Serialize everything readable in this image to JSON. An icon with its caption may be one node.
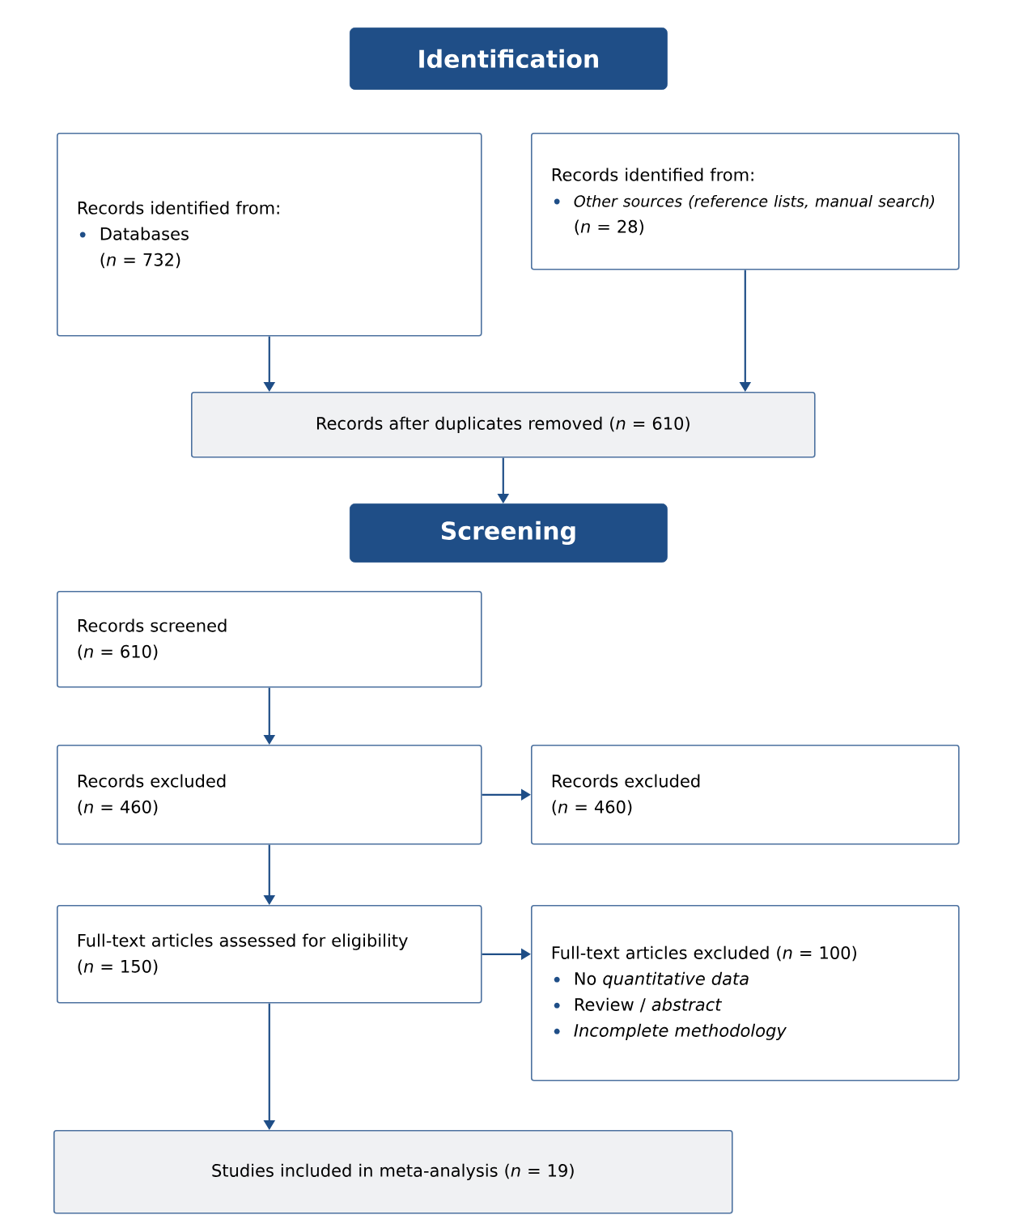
{
  "diagram": {
    "nodes": [
      {
        "text": [
          "Identification"
        ]
      },
      {
        "text": [
          "Records identified from:",
          "Databases",
          "(*n* = 732)"
        ]
      },
      {
        "text": [
          "Records identified from:",
          "Other sources (reference lists, manual search)",
          "(*n* = 28)"
        ]
      },
      {
        "text": [
          "Records after duplicates removed (*n* = 610)"
        ]
      },
      {
        "text": [
          "Screening"
        ]
      },
      {
        "text": [
          "Records screened",
          "(*n* = 610)"
        ]
      },
      {
        "text": [
          "Records excluded",
          "(*n* = 460)"
        ]
      },
      {
        "text": [
          "Records excluded",
          "(*n* = 460)"
        ]
      },
      {
        "text": [
          "Full-text articles assessed for eligibility",
          "(*n* = 150)"
        ]
      },
      {
        "text": [
          "Full-text articles excluded (*n* = 100)",
          "No *quantitative data*",
          "Review / *abstract*",
          "Incomplete methodology"
        ]
      },
      {
        "text": [
          "Studies included in meta-analysis (*n* = 19)"
        ]
      }
    ],
    "edges": [
      {
        "from": 1,
        "to": 3,
        "arrow": "to"
      },
      {
        "from": 2,
        "to": 3,
        "arrow": "to"
      },
      {
        "from": 3,
        "to": 4,
        "arrow": "to"
      },
      {
        "from": 5,
        "to": 6,
        "arrow": "to"
      },
      {
        "from": 6,
        "to": 7,
        "arrow": "to"
      },
      {
        "from": 6,
        "to": 8,
        "arrow": "to"
      },
      {
        "from": 8,
        "to": 9,
        "arrow": "to"
      },
      {
        "from": 8,
        "to": 10,
        "arrow": "to"
      }
    ]
  }
}
